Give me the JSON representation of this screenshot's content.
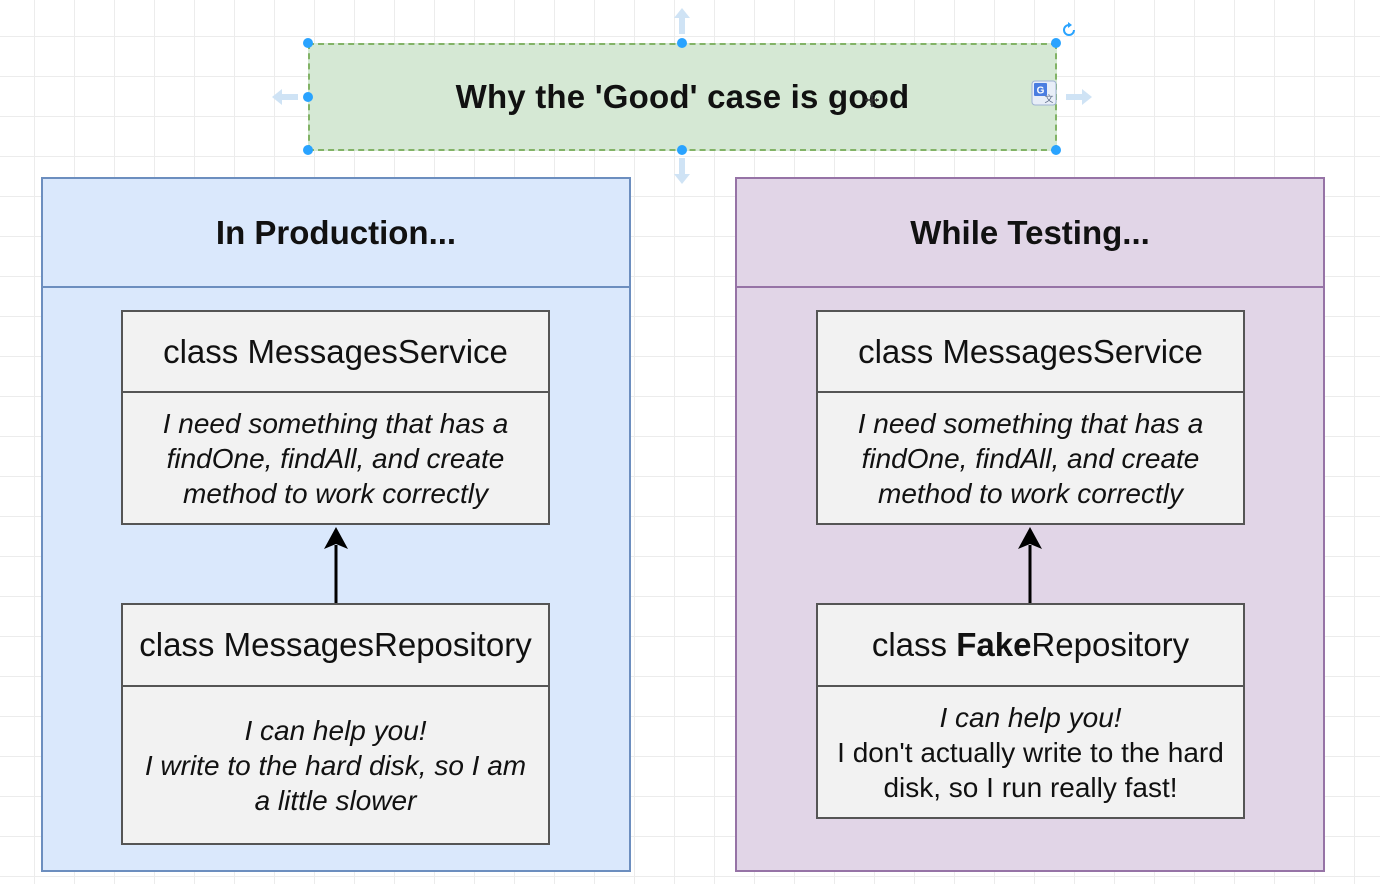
{
  "title": "Why the 'Good' case is good",
  "colors": {
    "title_fill": "#d5e8d4",
    "title_border": "#82b366",
    "production_fill": "#dae8fc",
    "production_border": "#6c8ebf",
    "testing_fill": "#e1d5e7",
    "testing_border": "#9673a6",
    "class_fill": "#f2f2f2",
    "selection_handle": "#29a3ff"
  },
  "production": {
    "header": "In Production...",
    "service": {
      "name": "class MessagesService",
      "lines": [
        "I need something that has a",
        "findOne, findAll, and create",
        "method to work correctly"
      ]
    },
    "repository": {
      "name": "class MessagesRepository",
      "lines": [
        "I can help you!",
        "I write to the hard disk, so I am",
        "a little slower"
      ]
    }
  },
  "testing": {
    "header": "While Testing...",
    "service": {
      "name": "class MessagesService",
      "lines": [
        "I need something that has a",
        "findOne, findAll, and create",
        "method to work correctly"
      ]
    },
    "repository": {
      "name_prefix": "class ",
      "name_bold": "Fake",
      "name_suffix": "Repository",
      "line_italic": "I can help you!",
      "lines": [
        "I don't actually write to the hard",
        "disk, so I run really fast!"
      ]
    }
  },
  "icons": [
    "rotate-icon",
    "google-translate-icon",
    "move-cursor-icon",
    "arrow-up-icon",
    "arrow-down-icon",
    "arrow-left-icon",
    "arrow-right-icon"
  ]
}
